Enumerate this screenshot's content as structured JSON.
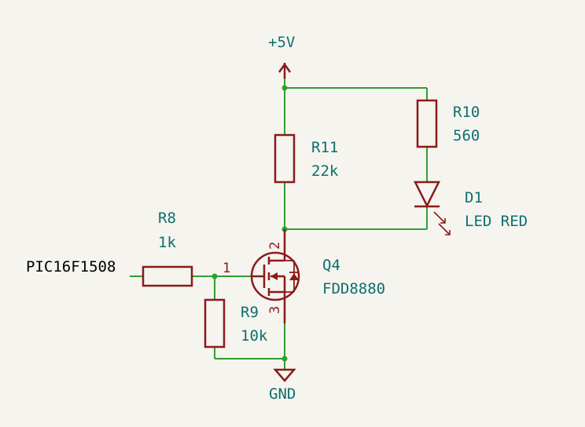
{
  "power": {
    "vcc_label": "+5V",
    "gnd_label": "GND"
  },
  "input_net": "PIC16F1508",
  "components": {
    "r8": {
      "ref": "R8",
      "value": "1k"
    },
    "r9": {
      "ref": "R9",
      "value": "10k"
    },
    "r10": {
      "ref": "R10",
      "value": "560"
    },
    "r11": {
      "ref": "R11",
      "value": "22k"
    },
    "d1": {
      "ref": "D1",
      "value": "LED RED"
    },
    "q4": {
      "ref": "Q4",
      "value": "FDD8880",
      "pins": {
        "gate": "1",
        "drain": "2",
        "source": "3"
      }
    }
  },
  "colors": {
    "wire": "#2f9e2f",
    "component": "#8b1a1a",
    "label": "#0e6e6e",
    "background": "#f5f4ef"
  }
}
